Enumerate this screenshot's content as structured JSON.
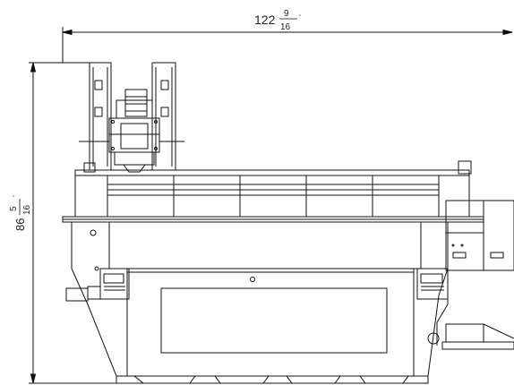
{
  "dimensions": {
    "width": {
      "whole": "122",
      "numerator": "9",
      "denominator": "16",
      "unit": "\""
    },
    "height": {
      "whole": "86",
      "numerator": "5",
      "denominator": "16",
      "unit": "\""
    }
  },
  "colors": {
    "line": "#111111",
    "background": "#ffffff"
  }
}
